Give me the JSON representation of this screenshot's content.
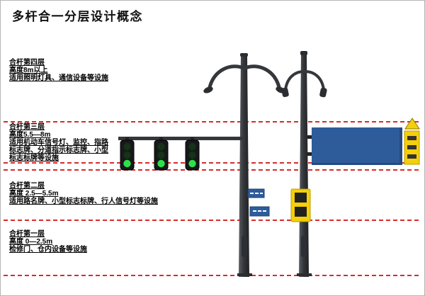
{
  "title": "多杆合一分层设计概念",
  "colors": {
    "boundary_dashed_line": "#d92b2b",
    "guide_sign_blue": "#2e5c9b",
    "warning_sign_yellow": "#f4cf0a",
    "signal_green": "#2ee04a",
    "pole_gray": "#34373b"
  },
  "layers": [
    {
      "name": "合杆第四层",
      "height": "高度8m以上",
      "desc": "适用照明灯具、通信设备等设施"
    },
    {
      "name": "合杆第三层",
      "height": "高度5.5—8m",
      "desc": "适用机动车信号灯、监控、指路标志牌、分道指示标志牌、小型标志标牌等设施"
    },
    {
      "name": "合杆第二层",
      "height": "高度 2.5—5.5m",
      "desc": "适用路名牌、小型标志标牌、行人信号灯等设施"
    },
    {
      "name": "合杆第一层",
      "height": "高度 0—2.5m",
      "desc": "检修门、仓内设备等设施"
    }
  ]
}
